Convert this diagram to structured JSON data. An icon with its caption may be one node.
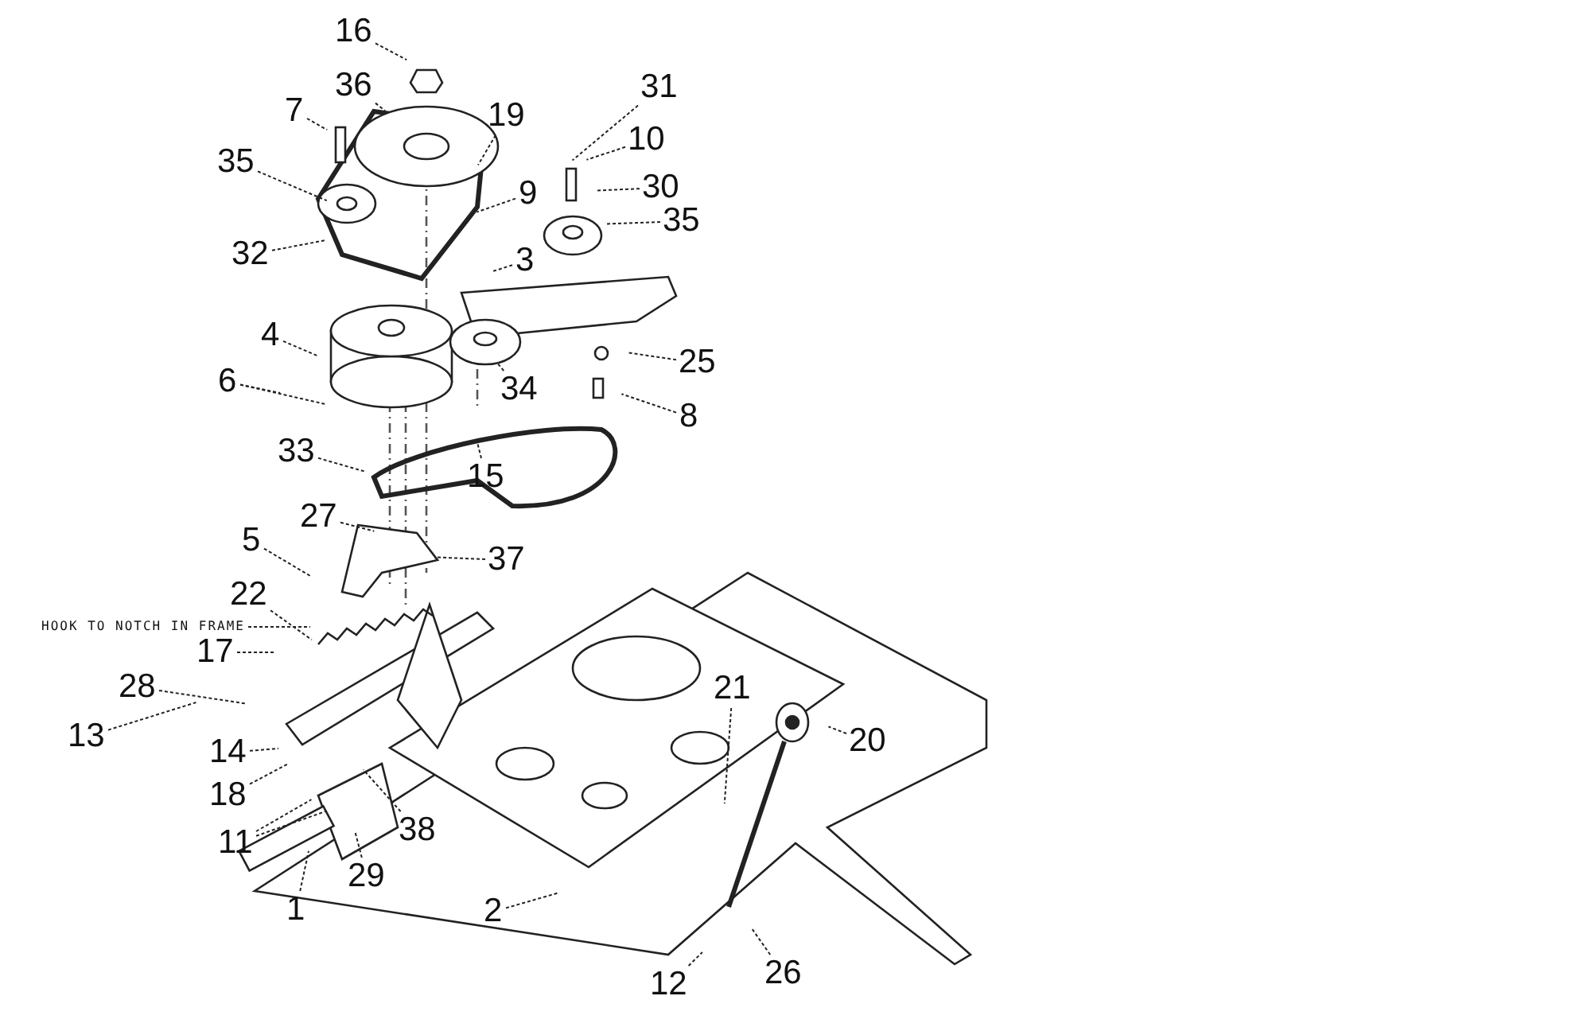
{
  "diagram": {
    "nodes": [
      {
        "text": [
          "16"
        ]
      },
      {
        "text": [
          "36"
        ]
      },
      {
        "text": [
          "7"
        ]
      },
      {
        "text": [
          "19"
        ]
      },
      {
        "text": [
          "35"
        ]
      },
      {
        "text": [
          "31"
        ]
      },
      {
        "text": [
          "10"
        ]
      },
      {
        "text": [
          "30"
        ]
      },
      {
        "text": [
          "35"
        ]
      },
      {
        "text": [
          "9"
        ]
      },
      {
        "text": [
          "32"
        ]
      },
      {
        "text": [
          "3"
        ]
      },
      {
        "text": [
          "4"
        ]
      },
      {
        "text": [
          "6"
        ]
      },
      {
        "text": [
          "34"
        ]
      },
      {
        "text": [
          "25"
        ]
      },
      {
        "text": [
          "8"
        ]
      },
      {
        "text": [
          "33"
        ]
      },
      {
        "text": [
          "15"
        ]
      },
      {
        "text": [
          "27"
        ]
      },
      {
        "text": [
          "37"
        ]
      },
      {
        "text": [
          "5"
        ]
      },
      {
        "text": [
          "22"
        ]
      },
      {
        "text": [
          "HOOK TO NOTCH IN FRAME"
        ]
      },
      {
        "text": [
          "17"
        ]
      },
      {
        "text": [
          "28"
        ]
      },
      {
        "text": [
          "13"
        ]
      },
      {
        "text": [
          "14"
        ]
      },
      {
        "text": [
          "18"
        ]
      },
      {
        "text": [
          "11"
        ]
      },
      {
        "text": [
          "38"
        ]
      },
      {
        "text": [
          "29"
        ]
      },
      {
        "text": [
          "1"
        ]
      },
      {
        "text": [
          "2"
        ]
      },
      {
        "text": [
          "21"
        ]
      },
      {
        "text": [
          "20"
        ]
      },
      {
        "text": [
          "12"
        ]
      },
      {
        "text": [
          "26"
        ]
      }
    ],
    "edges": [
      {
        "from": 0,
        "to": null,
        "arrow": "none"
      },
      {
        "from": 1,
        "to": null,
        "arrow": "none"
      },
      {
        "from": 2,
        "to": null,
        "arrow": "none"
      },
      {
        "from": 3,
        "to": null,
        "arrow": "none"
      },
      {
        "from": 4,
        "to": null,
        "arrow": "none"
      },
      {
        "from": 5,
        "to": null,
        "arrow": "none"
      },
      {
        "from": 6,
        "to": null,
        "arrow": "none"
      },
      {
        "from": 7,
        "to": null,
        "arrow": "none"
      },
      {
        "from": 8,
        "to": null,
        "arrow": "none"
      },
      {
        "from": 9,
        "to": null,
        "arrow": "none"
      },
      {
        "from": 10,
        "to": null,
        "arrow": "none"
      },
      {
        "from": 11,
        "to": null,
        "arrow": "none"
      },
      {
        "from": 12,
        "to": null,
        "arrow": "none"
      },
      {
        "from": 13,
        "to": null,
        "arrow": "none"
      },
      {
        "from": 13,
        "to": null,
        "arrow": "none"
      },
      {
        "from": 14,
        "to": null,
        "arrow": "none"
      },
      {
        "from": 15,
        "to": null,
        "arrow": "none"
      },
      {
        "from": 16,
        "to": null,
        "arrow": "none"
      },
      {
        "from": 17,
        "to": null,
        "arrow": "none"
      },
      {
        "from": 18,
        "to": null,
        "arrow": "none"
      },
      {
        "from": 19,
        "to": null,
        "arrow": "none"
      },
      {
        "from": 20,
        "to": null,
        "arrow": "none"
      },
      {
        "from": 21,
        "to": null,
        "arrow": "none"
      },
      {
        "from": 22,
        "to": null,
        "arrow": "none"
      },
      {
        "from": 23,
        "to": null,
        "arrow": "none"
      },
      {
        "from": 24,
        "to": null,
        "arrow": "none"
      },
      {
        "from": 25,
        "to": null,
        "arrow": "none"
      },
      {
        "from": 26,
        "to": null,
        "arrow": "none"
      },
      {
        "from": 27,
        "to": null,
        "arrow": "none"
      },
      {
        "from": 28,
        "to": null,
        "arrow": "none"
      },
      {
        "from": 29,
        "to": null,
        "arrow": "none"
      },
      {
        "from": 29,
        "to": null,
        "arrow": "none"
      },
      {
        "from": 30,
        "to": null,
        "arrow": "none"
      },
      {
        "from": 31,
        "to": null,
        "arrow": "none"
      },
      {
        "from": 32,
        "to": null,
        "arrow": "none"
      },
      {
        "from": 33,
        "to": null,
        "arrow": "none"
      },
      {
        "from": 34,
        "to": null,
        "arrow": "none"
      },
      {
        "from": 35,
        "to": null,
        "arrow": "none"
      },
      {
        "from": 36,
        "to": null,
        "arrow": "none"
      },
      {
        "from": 37,
        "to": null,
        "arrow": "none"
      }
    ]
  }
}
